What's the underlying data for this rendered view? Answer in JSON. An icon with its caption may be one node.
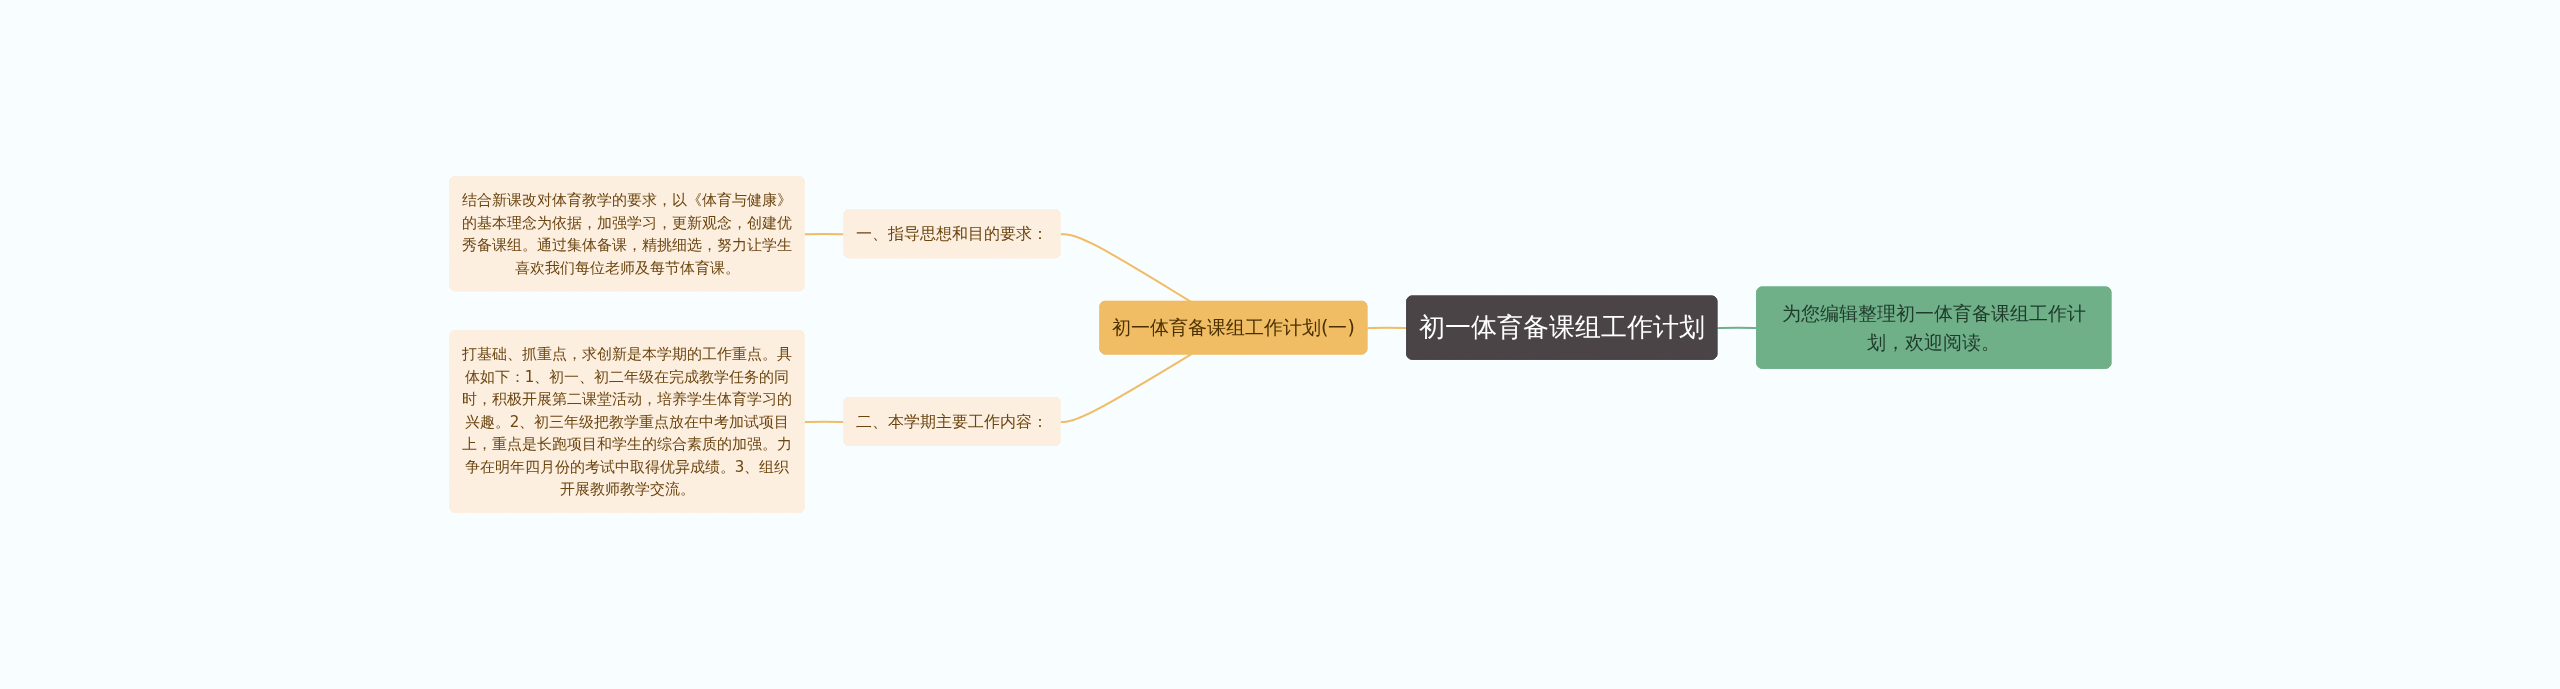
{
  "diagram": {
    "nodes": [
      {
        "text": [
          "初一体育备课组工作计划"
        ]
      },
      {
        "text": [
          "为您编辑整理初一体育备课组工作计划，欢迎阅读。"
        ]
      },
      {
        "text": [
          "初一体育备课组工作计划(一)"
        ]
      },
      {
        "text": [
          "一、指导思想和目的要求："
        ]
      },
      {
        "text": [
          "结合新课改对体育教学的要求，以《体育与健康》的基本理念为依据，加强学习，更新观念，创建优秀备课组。通过集体备课，精挑细选，努力让学生喜欢我们每位老师及每节体育课。"
        ]
      },
      {
        "text": [
          "二、本学期主要工作内容："
        ]
      },
      {
        "text": [
          "打基础、抓重点，求创新是本学期的工作重点。具体如下：1、初一、初二年级在完成教学任务的同时，积极开展第二课堂活动，培养学生体育学习的兴趣。2、初三年级把教学重点放在中考加试项目上，重点是长跑项目和学生的综合素质的加强。力争在明年四月份的考试中取得优异成绩。3、组织开展教师教学交流。"
        ]
      }
    ],
    "edges": [
      {
        "from": 0,
        "to": 1,
        "arrow": "none",
        "color": "#6fb088"
      },
      {
        "from": 0,
        "to": 2,
        "arrow": "none"
      },
      {
        "from": 2,
        "to": 3,
        "arrow": "none"
      },
      {
        "from": 3,
        "to": 4,
        "arrow": "none"
      },
      {
        "from": 2,
        "to": 5,
        "arrow": "none"
      },
      {
        "from": 5,
        "to": 6,
        "arrow": "none"
      }
    ]
  }
}
